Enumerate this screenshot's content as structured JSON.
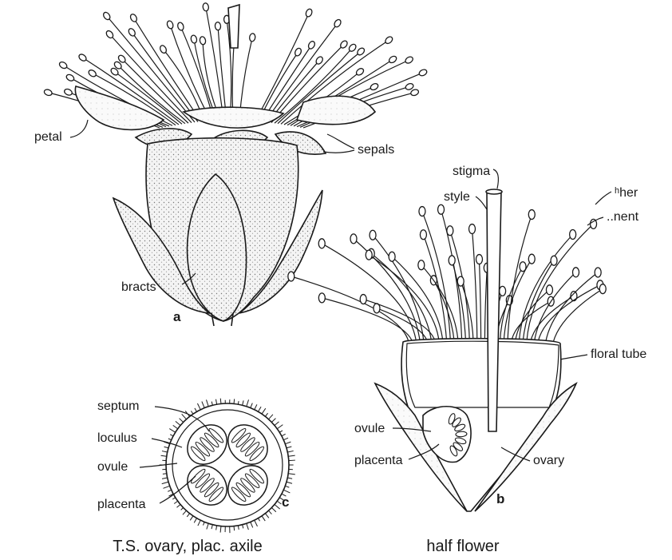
{
  "figure_a": {
    "letter": "a",
    "labels": {
      "petal": "petal",
      "sepals": "sepals",
      "bracts": "bracts"
    }
  },
  "figure_b": {
    "letter": "b",
    "caption": "half flower",
    "labels": {
      "stigma": "stigma",
      "style": "style",
      "anther": "ʰher",
      "filament": "..nent",
      "floral_tube": "floral tube",
      "ovule": "ovule",
      "placenta": "placenta",
      "ovary": "ovary"
    }
  },
  "figure_c": {
    "letter": "c",
    "caption": "T.S. ovary, plac. axile",
    "labels": {
      "septum": "septum",
      "loculus": "loculus",
      "ovule": "ovule",
      "placenta": "placenta"
    }
  }
}
